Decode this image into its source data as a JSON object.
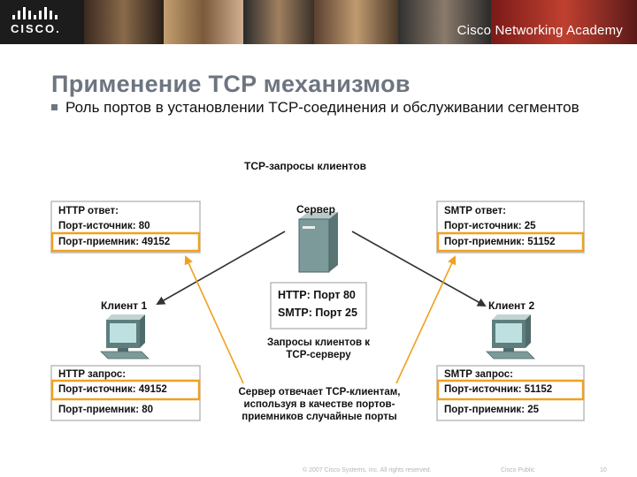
{
  "header": {
    "logo_text": "CISCO.",
    "academy_text": "Cisco Networking Academy"
  },
  "slide": {
    "title": "Применение TCP механизмов",
    "bullet": "Роль портов в установлении TCP-соединения и обслуживании сегментов"
  },
  "diagram": {
    "caption_top": "TCP-запросы клиентов",
    "server_label": "Сервер",
    "client1_label": "Клиент 1",
    "client2_label": "Клиент 2",
    "http_response": {
      "title": "HTTP ответ:",
      "line1": "Порт-источник: 80",
      "line2": "Порт-приемник: 49152"
    },
    "smtp_response": {
      "title": "SMTP ответ:",
      "line1": "Порт-источник: 25",
      "line2": "Порт-приемник: 51152"
    },
    "http_request": {
      "title": "HTTP запрос:",
      "line1": "Порт-источник: 49152",
      "line2": "Порт-приемник: 80"
    },
    "smtp_request": {
      "title": "SMTP запрос:",
      "line1": "Порт-источник: 51152",
      "line2": "Порт-приемник: 25"
    },
    "ports_box": {
      "http_key": "HTTP:",
      "http_val": "Порт 80",
      "smtp_key": "SMTP:",
      "smtp_val": "Порт 25"
    },
    "center_caption": "Запросы клиентов к TCP-серверу",
    "bottom_note": "Сервер отвечает TCP-клиентам, используя в качестве портов-приемников случайные порты"
  },
  "footer": {
    "copyright": "© 2007 Cisco Systems, Inc. All rights reserved.",
    "public": "Cisco Public",
    "page": "10"
  },
  "colors": {
    "highlight": "#f0a020",
    "box_border": "#bcbcbc",
    "arrow_dark": "#333333",
    "arrow_orange": "#f0a020",
    "title_gray": "#6d7580"
  },
  "icons": {
    "server": "server-tower-icon",
    "client": "desktop-computer-icon"
  }
}
